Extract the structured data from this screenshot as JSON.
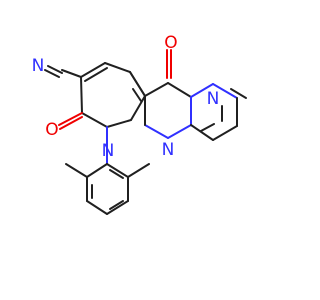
{
  "molecule": {
    "atoms": {
      "nitrile_n": {
        "symbol": "N",
        "color": "#3030ff"
      },
      "oxygen_top": {
        "symbol": "O",
        "color": "#f00000"
      },
      "oxygen_left": {
        "symbol": "O",
        "color": "#f00000"
      },
      "nitrogen_bridge": {
        "symbol": "N",
        "color": "#3030ff"
      },
      "nitrogen_ring_middle": {
        "symbol": "N",
        "color": "#3030ff"
      },
      "nitrogen_ring_right": {
        "symbol": "N",
        "color": "#3030ff"
      }
    }
  }
}
